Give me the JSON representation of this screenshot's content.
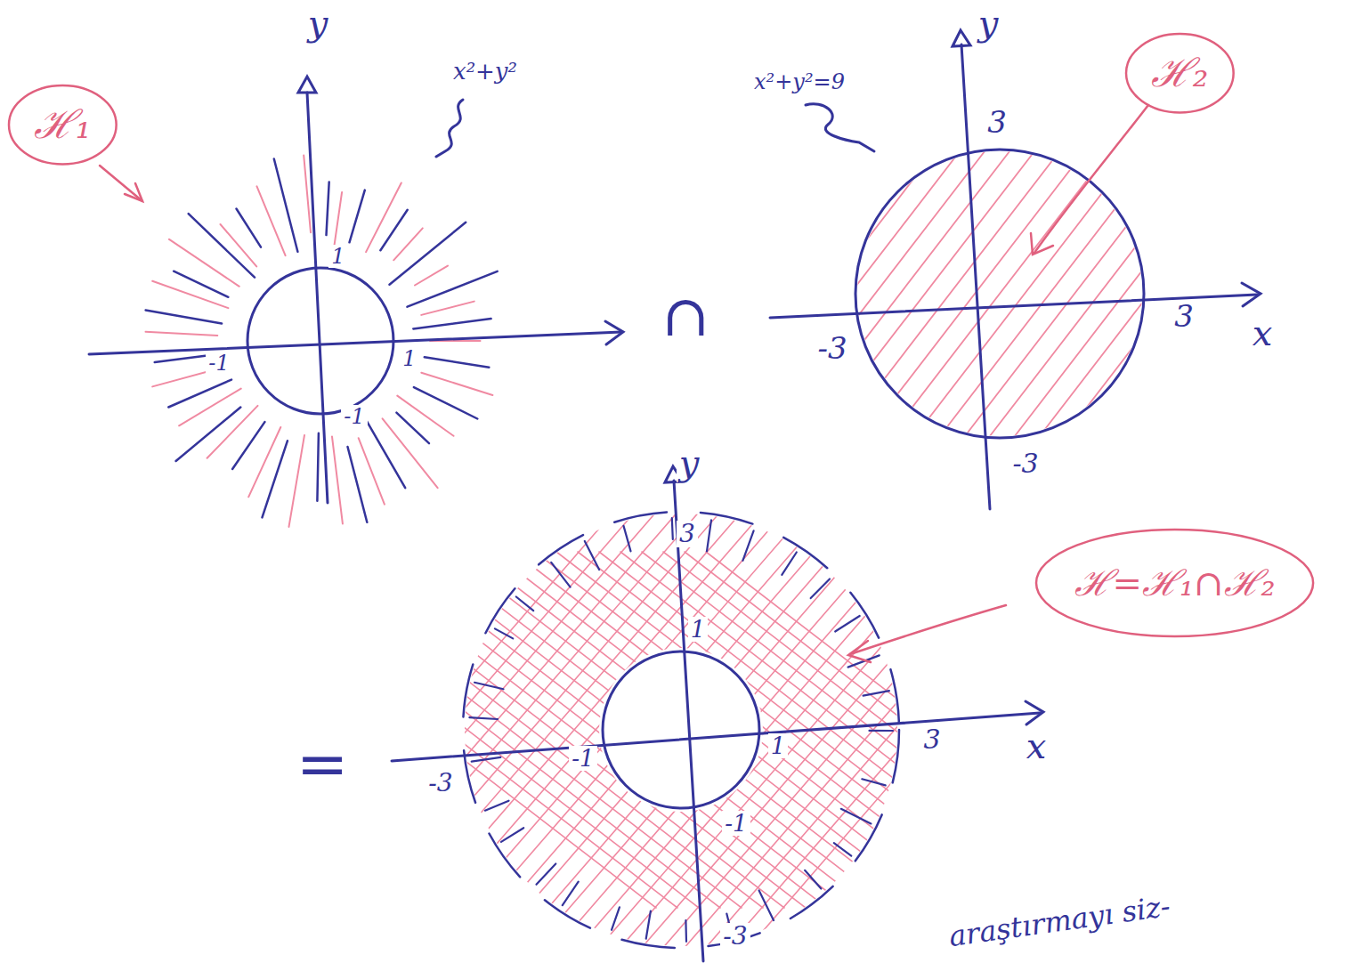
{
  "diagram": {
    "nodes": [
      {
        "text": [
          "ℋ₁"
        ]
      },
      {
        "text": [
          "ℋ₂"
        ]
      },
      {
        "text": [
          "ℋ=ℋ₁∩ℋ₂"
        ]
      }
    ],
    "labels": [
      "y",
      "x²+y²",
      "1",
      "-1",
      "1",
      "-1",
      "y",
      "x²+y²=9",
      "3",
      "-3",
      "3",
      "x",
      "-3",
      "∩",
      "=",
      "y",
      "3",
      "1",
      "-1",
      "1",
      "3",
      "x",
      "-3",
      "-1",
      "-3",
      "araştırmayı siz-"
    ]
  }
}
